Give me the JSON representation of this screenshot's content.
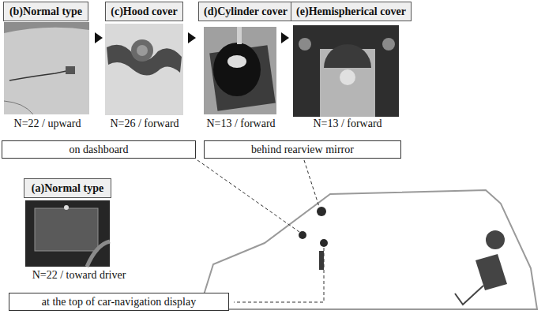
{
  "diagram": {
    "nodes": [
      {
        "text": [
          "(b)Normal type"
        ]
      },
      {
        "text": [
          "(c)Hood cover"
        ]
      },
      {
        "text": [
          "(d)Cylinder cover"
        ]
      },
      {
        "text": [
          "(e)Hemispherical cover"
        ]
      },
      {
        "text": [
          "on dashboard"
        ]
      },
      {
        "text": [
          "behind rearview mirror"
        ]
      },
      {
        "text": [
          "(a)Normal type"
        ]
      },
      {
        "text": [
          "at the top of car-navigation display"
        ]
      }
    ],
    "labels": [
      "N=22 / upward",
      "N=26 / forward",
      "N=13 / forward",
      "N=13 / forward",
      "N=22 / toward driver"
    ]
  }
}
